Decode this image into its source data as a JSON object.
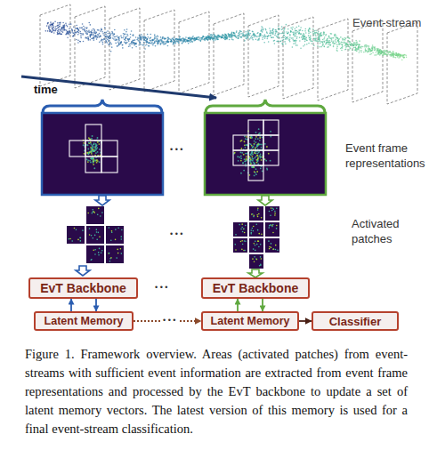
{
  "diagram": {
    "caption": "Figure 1. Framework overview. Areas (activated patches) from event-streams with sufficient event information are extracted from event frame representations and processed by the EvT backbone to update a set of latent memory vectors. The latest version of this memory is used for a final event-stream classification.",
    "nodes": [
      {
        "text": [
          "EvT Backbone"
        ]
      },
      {
        "text": [
          "EvT Backbone"
        ]
      },
      {
        "text": [
          "Latent Memory"
        ]
      },
      {
        "text": [
          "Latent Memory"
        ]
      },
      {
        "text": [
          "Classifier"
        ]
      }
    ],
    "edges": [
      {
        "from": 2,
        "to": 0,
        "arrow": "to"
      },
      {
        "from": 0,
        "to": 2,
        "arrow": "to"
      },
      {
        "from": 3,
        "to": 1,
        "arrow": "to"
      },
      {
        "from": 1,
        "to": 3,
        "arrow": "to"
      },
      {
        "from": 2,
        "to": 3,
        "arrow": "to"
      },
      {
        "from": 3,
        "to": 4,
        "arrow": "to"
      }
    ],
    "labels": [
      "Event-stream",
      "time",
      "• • •",
      "Event frame representations",
      "• • •",
      "Activated patches",
      "• • •",
      "• • •"
    ]
  }
}
